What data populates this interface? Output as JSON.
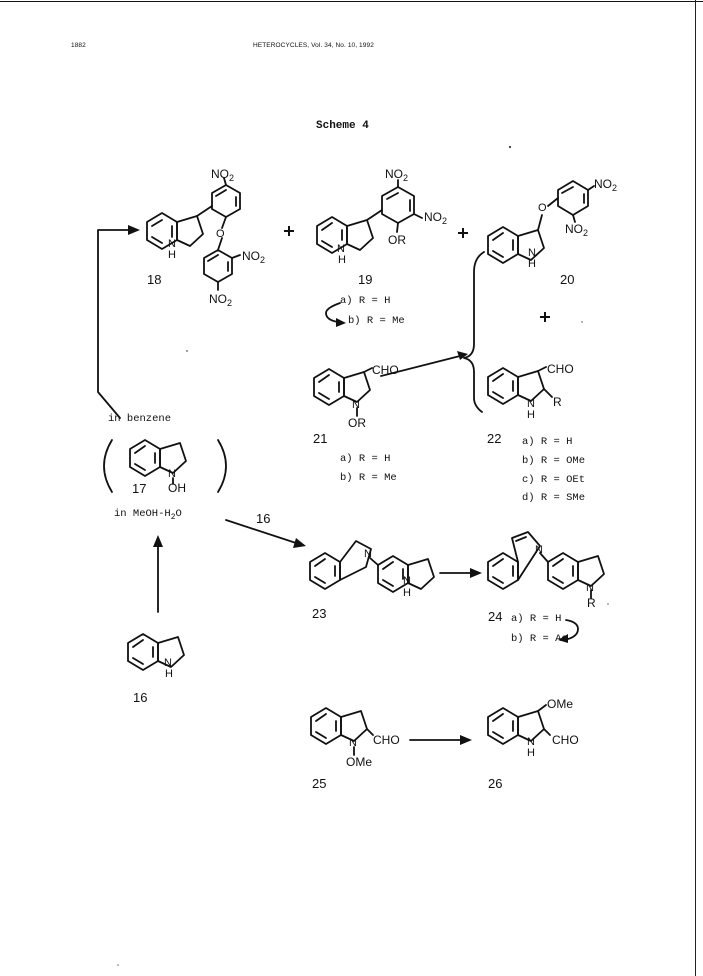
{
  "header": {
    "page_number": "1882",
    "running_title": "HETEROCYCLES, Vol. 34, No. 10, 1992"
  },
  "scheme": {
    "title": "Scheme 4",
    "compounds": {
      "c16": "16",
      "c17": "17",
      "c18": "18",
      "c19": "19",
      "c20": "20",
      "c21": "21",
      "c22": "22",
      "c23": "23",
      "c24": "24",
      "c25": "25",
      "c26": "26"
    },
    "atoms": {
      "nitro": "NO",
      "sub2": "2",
      "n": "N",
      "nh": "H",
      "o": "O",
      "or": "OR",
      "cho": "CHO",
      "r": "R",
      "oh": "OH",
      "ome": "OMe"
    },
    "substituents_19": {
      "a": "a) R = H",
      "b": "b) R = Me"
    },
    "substituents_21": {
      "a": "a) R = H",
      "b": "b) R = Me"
    },
    "substituents_22": {
      "a": "a) R = H",
      "b": "b) R = OMe",
      "c": "c) R = OEt",
      "d": "d) R = SMe"
    },
    "substituents_24": {
      "a": "a) R = H",
      "b": "b) R = Ac"
    },
    "conditions": {
      "benzene": "in benzene",
      "meoh_prefix": "in MeOH-H",
      "meoh_sub": "2",
      "meoh_suffix": "O",
      "reagent_16": "16"
    },
    "plus": "+"
  },
  "icons": [
    "indole-structure",
    "reaction-arrow",
    "curved-arrow",
    "plus-sign"
  ]
}
